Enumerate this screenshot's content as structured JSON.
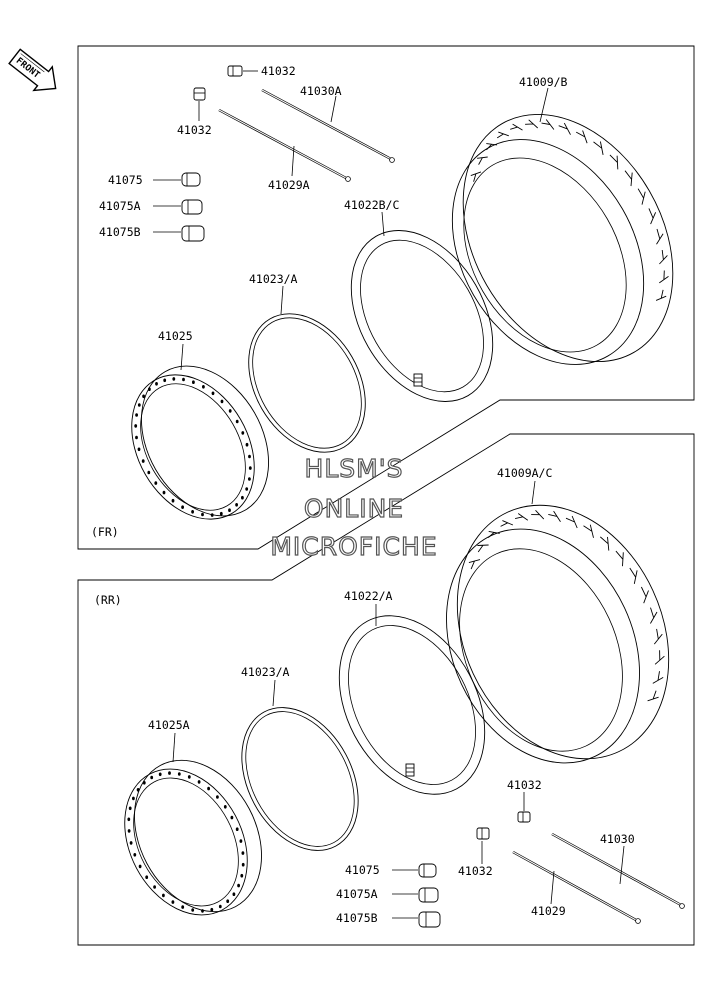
{
  "front_badge": "FRONT",
  "sections": {
    "front": "(FR)",
    "rear": "(RR)"
  },
  "watermark": [
    "HLSM'S",
    "ONLINE",
    "MICROFICHE"
  ],
  "front_parts": {
    "valve_a": "41032",
    "valve_b": "41032",
    "spoke_a": "41030A",
    "spoke_b": "41029A",
    "tire": "41009/B",
    "weight_1": "41075",
    "weight_2": "41075A",
    "weight_3": "41075B",
    "tube": "41022B/C",
    "rim_band": "41023/A",
    "rim": "41025"
  },
  "rear_parts": {
    "tire": "41009A/C",
    "tube": "41022/A",
    "rim_band": "41023/A",
    "rim": "41025A",
    "valve_a": "41032",
    "valve_b": "41032",
    "spoke_a": "41030",
    "spoke_b": "41029",
    "weight_1": "41075",
    "weight_2": "41075A",
    "weight_3": "41075B"
  }
}
